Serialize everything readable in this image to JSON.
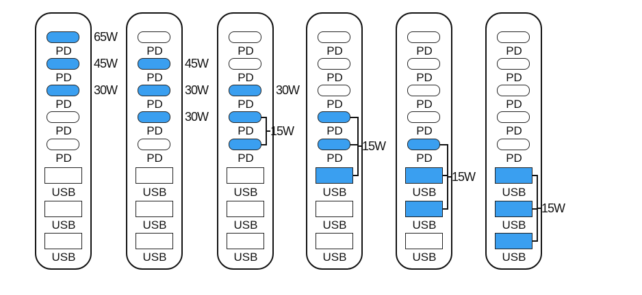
{
  "accent_color": "#3a9ff0",
  "configurations": [
    {
      "ports": [
        {
          "type": "PD",
          "label": "PD",
          "active": true,
          "watt": "65W"
        },
        {
          "type": "PD",
          "label": "PD",
          "active": true,
          "watt": "45W"
        },
        {
          "type": "PD",
          "label": "PD",
          "active": true,
          "watt": "30W"
        },
        {
          "type": "PD",
          "label": "PD",
          "active": false
        },
        {
          "type": "PD",
          "label": "PD",
          "active": false
        },
        {
          "type": "USB",
          "label": "USB",
          "active": false
        },
        {
          "type": "USB",
          "label": "USB",
          "active": false
        },
        {
          "type": "USB",
          "label": "USB",
          "active": false
        }
      ]
    },
    {
      "ports": [
        {
          "type": "PD",
          "label": "PD",
          "active": false
        },
        {
          "type": "PD",
          "label": "PD",
          "active": true,
          "watt": "45W"
        },
        {
          "type": "PD",
          "label": "PD",
          "active": true,
          "watt": "30W"
        },
        {
          "type": "PD",
          "label": "PD",
          "active": true,
          "watt": "30W"
        },
        {
          "type": "PD",
          "label": "PD",
          "active": false
        },
        {
          "type": "USB",
          "label": "USB",
          "active": false
        },
        {
          "type": "USB",
          "label": "USB",
          "active": false
        },
        {
          "type": "USB",
          "label": "USB",
          "active": false
        }
      ]
    },
    {
      "ports": [
        {
          "type": "PD",
          "label": "PD",
          "active": false
        },
        {
          "type": "PD",
          "label": "PD",
          "active": false
        },
        {
          "type": "PD",
          "label": "PD",
          "active": true,
          "watt": "30W"
        },
        {
          "type": "PD",
          "label": "PD",
          "active": true
        },
        {
          "type": "PD",
          "label": "PD",
          "active": true
        },
        {
          "type": "USB",
          "label": "USB",
          "active": false
        },
        {
          "type": "USB",
          "label": "USB",
          "active": false
        },
        {
          "type": "USB",
          "label": "USB",
          "active": false
        }
      ],
      "shared": {
        "ports": [
          3,
          4
        ],
        "watt": "15W"
      }
    },
    {
      "ports": [
        {
          "type": "PD",
          "label": "PD",
          "active": false
        },
        {
          "type": "PD",
          "label": "PD",
          "active": false
        },
        {
          "type": "PD",
          "label": "PD",
          "active": false
        },
        {
          "type": "PD",
          "label": "PD",
          "active": true
        },
        {
          "type": "PD",
          "label": "PD",
          "active": true
        },
        {
          "type": "USB",
          "label": "USB",
          "active": true
        },
        {
          "type": "USB",
          "label": "USB",
          "active": false
        },
        {
          "type": "USB",
          "label": "USB",
          "active": false
        }
      ],
      "shared": {
        "ports": [
          3,
          4,
          5
        ],
        "watt": "15W"
      }
    },
    {
      "ports": [
        {
          "type": "PD",
          "label": "PD",
          "active": false
        },
        {
          "type": "PD",
          "label": "PD",
          "active": false
        },
        {
          "type": "PD",
          "label": "PD",
          "active": false
        },
        {
          "type": "PD",
          "label": "PD",
          "active": false
        },
        {
          "type": "PD",
          "label": "PD",
          "active": true
        },
        {
          "type": "USB",
          "label": "USB",
          "active": true
        },
        {
          "type": "USB",
          "label": "USB",
          "active": true
        },
        {
          "type": "USB",
          "label": "USB",
          "active": false
        }
      ],
      "shared": {
        "ports": [
          4,
          5,
          6
        ],
        "watt": "15W"
      }
    },
    {
      "ports": [
        {
          "type": "PD",
          "label": "PD",
          "active": false
        },
        {
          "type": "PD",
          "label": "PD",
          "active": false
        },
        {
          "type": "PD",
          "label": "PD",
          "active": false
        },
        {
          "type": "PD",
          "label": "PD",
          "active": false
        },
        {
          "type": "PD",
          "label": "PD",
          "active": false
        },
        {
          "type": "USB",
          "label": "USB",
          "active": true
        },
        {
          "type": "USB",
          "label": "USB",
          "active": true
        },
        {
          "type": "USB",
          "label": "USB",
          "active": true
        }
      ],
      "shared": {
        "ports": [
          5,
          6,
          7
        ],
        "watt": "15W"
      }
    }
  ]
}
